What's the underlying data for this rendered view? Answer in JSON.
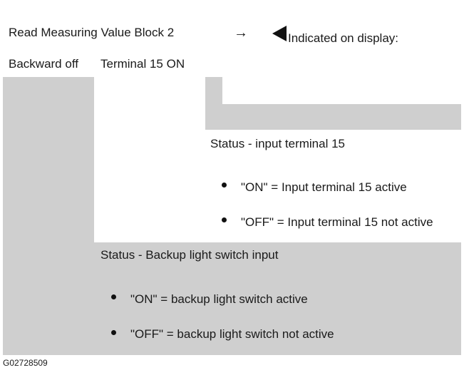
{
  "header": {
    "block_title": "Read Measuring Value Block 2",
    "arrow": "→",
    "indicated": "Indicated on display:"
  },
  "fields": {
    "field1": "Backward off",
    "field2": "Terminal 15 ON"
  },
  "terminal_status": {
    "heading": "Status - input terminal 15",
    "items": [
      "\"ON\" = Input terminal 15 active",
      "\"OFF\" = Input terminal 15 not active"
    ]
  },
  "backup_status": {
    "heading": "Status - Backup light switch input",
    "items": [
      "\"ON\" = backup light switch active",
      "\"OFF\" = backup light switch not active"
    ]
  },
  "figure_code": "G02728509",
  "colors": {
    "shade": "#cfcfcf",
    "text": "#1a1a1a"
  }
}
